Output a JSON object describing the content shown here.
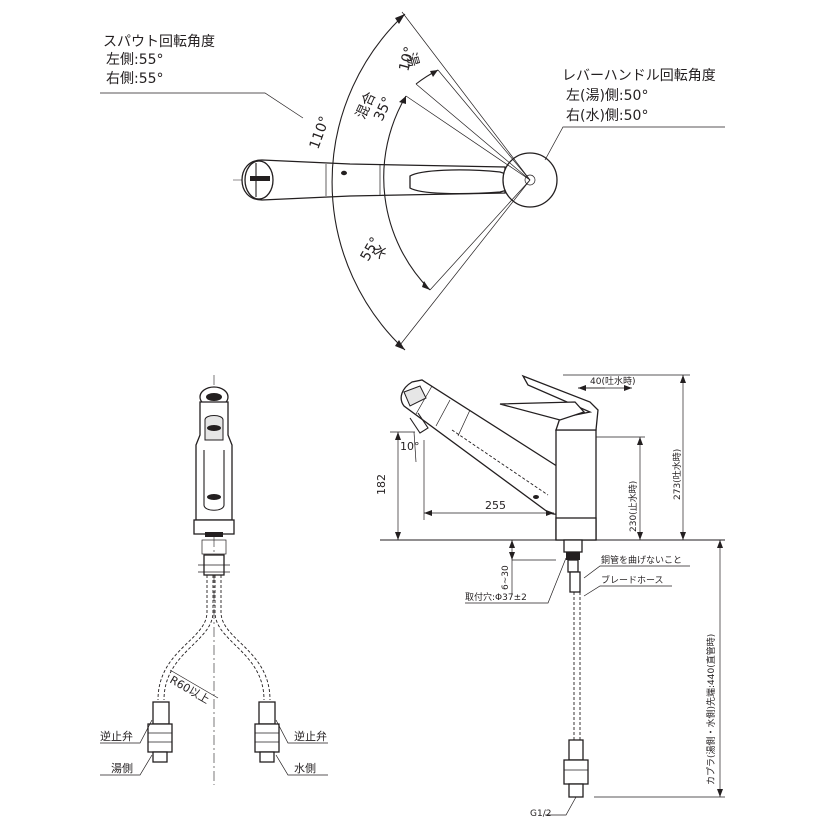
{
  "top_view": {
    "spout_title": "スパウト回転角度",
    "spout_left": "左側:55°",
    "spout_right": "右側:55°",
    "spout_total": "110°",
    "lever_title": "レバーハンドル回転角度",
    "lever_left": "左(湯)側:50°",
    "lever_right": "右(水)側:50°",
    "hot_label": "湯",
    "hot_angle": "10°",
    "mix_label": "混合",
    "mix_angle": "35°",
    "cold_label": "水",
    "cold_angle": "55°"
  },
  "front_view": {
    "radius_note": "R60以上",
    "check_valve_left": "逆止弁",
    "check_valve_right": "逆止弁",
    "hot_side": "湯側",
    "cold_side": "水側"
  },
  "side_view": {
    "dim_40": "40(吐水時)",
    "dim_230": "230(止水時)",
    "dim_273": "273(吐水時)",
    "dim_182": "182",
    "dim_255": "255",
    "dim_10deg": "10°",
    "dim_6_30": "6~30",
    "mount_hole": "取付穴:Φ37±2",
    "note_pipe": "銅管を曲げないこと",
    "note_hose": "ブレードホース",
    "coupler_note": "カプラ(湯側・水側)先端:440(直管時)",
    "thread": "G1/2"
  }
}
